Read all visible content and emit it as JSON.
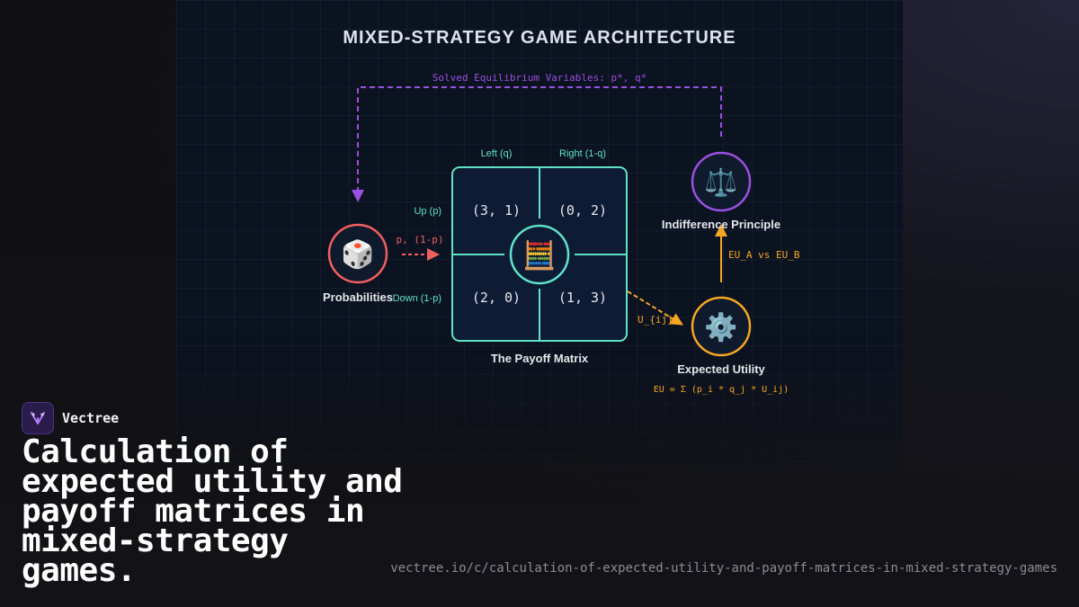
{
  "diagram": {
    "title": "MIXED-STRATEGY GAME ARCHITECTURE",
    "feedback_label": "Solved Equilibrium Variables: p*, q*",
    "nodes": {
      "probabilities": {
        "label": "Probabilities",
        "emoji": "🎲",
        "icon": "dice-icon"
      },
      "matrix": {
        "label": "The Payoff Matrix",
        "emoji": "🧮",
        "icon": "abacus-icon"
      },
      "expected_utility": {
        "label": "Expected Utility",
        "emoji": "⚙️",
        "icon": "gear-icon",
        "formula": "EU = Σ (p_i * q_j * U_ij)"
      },
      "indifference": {
        "label": "Indifference Principle",
        "emoji": "⚖️",
        "icon": "balance-scale-icon"
      }
    },
    "matrix": {
      "col_headers": [
        "Left (q)",
        "Right (1-q)"
      ],
      "row_headers": [
        "Up (p)",
        "Down (1-p)"
      ],
      "cells": [
        [
          "(3, 1)",
          "(0, 2)"
        ],
        [
          "(2, 0)",
          "(1, 3)"
        ]
      ]
    },
    "edges": {
      "prob_to_matrix": "p, (1-p)",
      "matrix_to_eu": "U_{ij}",
      "eu_to_indiff": "EU_A vs EU_B"
    },
    "colors": {
      "background": "#0b1220",
      "title": "#dde3ec",
      "purple": "#9a50e0",
      "coral": "#f06060",
      "teal": "#5fe3c8",
      "orange": "#f5a623",
      "label": "#e4e6ea"
    }
  },
  "brand": {
    "name": "Vectree",
    "icon": "vectree-logo-icon"
  },
  "headline": "Calculation of expected utility and payoff matrices in mixed-strategy games.",
  "url": "vectree.io/c/calculation-of-expected-utility-and-payoff-matrices-in-mixed-strategy-games"
}
